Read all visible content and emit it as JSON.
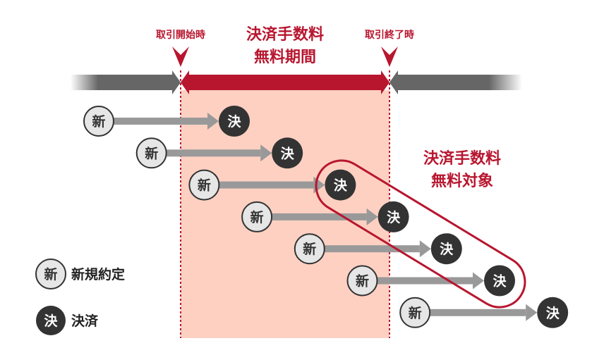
{
  "header": {
    "start_label": "取引開始時",
    "end_label": "取引終了時",
    "period_title_line1": "決済手数料",
    "period_title_line2": "無料期間"
  },
  "highlight": {
    "label_line1": "決済手数料",
    "label_line2": "無料対象"
  },
  "trades": [
    {
      "open": "新",
      "close": "決"
    },
    {
      "open": "新",
      "close": "決"
    },
    {
      "open": "新",
      "close": "決"
    },
    {
      "open": "新",
      "close": "決"
    },
    {
      "open": "新",
      "close": "決"
    },
    {
      "open": "新",
      "close": "決"
    },
    {
      "open": "新",
      "close": "決"
    }
  ],
  "legend": {
    "open_symbol": "新",
    "open_label": "新規約定",
    "close_symbol": "決",
    "close_label": "決済"
  },
  "colors": {
    "accent": "#b8162f",
    "period_fill": "#fdd0c2",
    "gray_bar": "#666666",
    "arrow_gray": "#999999",
    "close_circle": "#333333",
    "open_circle": "#e6e6e6"
  }
}
